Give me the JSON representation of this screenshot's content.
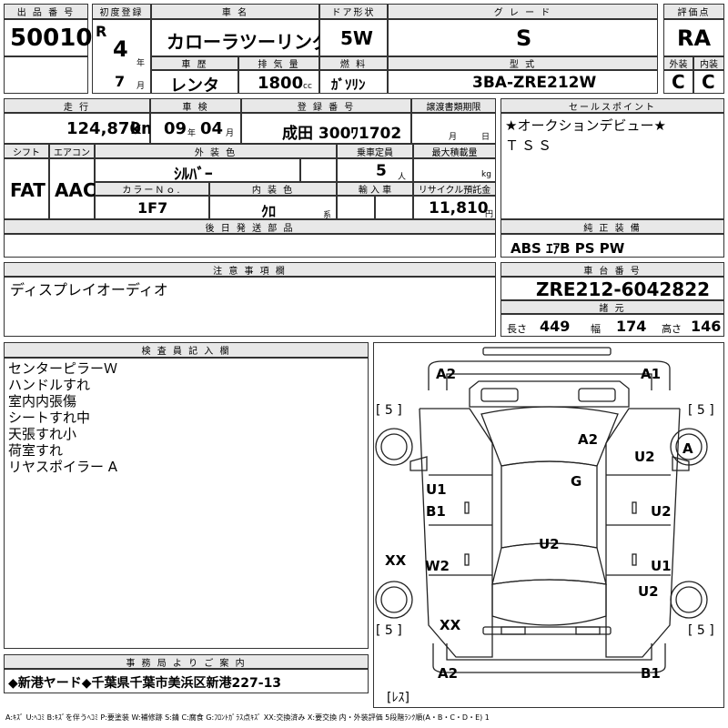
{
  "header": {
    "lot_label": "出 品 番 号",
    "lot": "50010",
    "first_reg_label": "初度登録",
    "era": "R",
    "year": "4",
    "year_unit": "年",
    "month": "7",
    "month_unit": "月",
    "car_name_label": "車 名",
    "car_name": "カローラツーリング",
    "door_label": "ドア形状",
    "door": "5W",
    "grade_label": "グ レ ー ド",
    "grade": "S",
    "score_label": "評価点",
    "score": "RA",
    "history_label": "車 歴",
    "history": "レンタ",
    "disp_label": "排 気 量",
    "disp": "1800",
    "disp_unit": "cc",
    "fuel_label": "燃 料",
    "fuel": "ｶﾞｿﾘﾝ",
    "model_label": "型 式",
    "model": "3BA-ZRE212W",
    "ext_label": "外装",
    "ext": "C",
    "int_label": "内装",
    "int": "C"
  },
  "row2": {
    "mileage_label": "走 行",
    "mileage": "124,870",
    "mileage_unit": "km",
    "inspect_label": "車 検",
    "inspect_y": "09",
    "inspect_y_unit": "年",
    "inspect_m": "04",
    "inspect_m_unit": "月",
    "regno_label": "登 録 番 号",
    "regno": "成田 300ﾜ1702",
    "transfer_label": "譲渡書類期限",
    "transfer_m_unit": "月",
    "transfer_d_unit": "日",
    "selling_label": "セールスポイント",
    "selling": [
      "★オークションデビュー★",
      "ＴＳＳ"
    ]
  },
  "row3": {
    "shift_label": "シフト",
    "shift": "FAT",
    "ac_label": "エアコン",
    "ac": "AAC",
    "color_label": "外 装 色",
    "color": "ｼﾙﾊﾞｰ",
    "capacity_label": "乗車定員",
    "capacity": "5",
    "capacity_unit": "人",
    "load_label": "最大積載量",
    "load_unit": "kg",
    "colorno_label": "カラーＮｏ.",
    "colorno": "1F7",
    "interior_label": "内 装 色",
    "interior": "ｸﾛ",
    "interior_unit": "系",
    "import_label": "輸 入 車",
    "recycle_label": "リサイクル預託金",
    "recycle": "11,810",
    "recycle_unit": "円",
    "later_label": "後 日 発 送 部 品",
    "equip_label": "純 正 装 備",
    "equip": "ABS ｴｱB PS PW"
  },
  "notes": {
    "caution_label": "注 意 事 項 欄",
    "caution": "ディスプレイオーディオ",
    "chassis_label": "車 台 番 号",
    "chassis": "ZRE212-6042822",
    "dims_label": "諸 元",
    "length_label": "長さ",
    "length": "449",
    "width_label": "幅",
    "width": "174",
    "height_label": "高さ",
    "height": "146"
  },
  "inspector": {
    "label": "検 査 員 記 入 欄",
    "lines": [
      "センターピラーＷ",
      "ハンドルすれ",
      "室内内張傷",
      "シートすれ中",
      "天張すれ小",
      "荷室すれ",
      "リヤスポイラー A"
    ]
  },
  "diagram": {
    "marks": [
      "A2",
      "A1",
      "A2",
      "U2",
      "A",
      "G",
      "U1",
      "B1",
      "U2",
      "U2",
      "XX",
      "W2",
      "U1",
      "U2",
      "XX",
      "A2",
      "B1"
    ],
    "tire_marks": [
      "[ 5 ]",
      "[ 5 ]",
      "[ 5 ]",
      "[ 5 ]"
    ],
    "spare": "[ﾚｽ]"
  },
  "office": {
    "label": "事 務 局 よ り ご 案 内",
    "text": "◆新港ヤード◆千葉県千葉市美浜区新港227-13"
  },
  "legend": "A:ｷｽﾞ U:ﾍｺﾐ B:ｷｽﾞを伴うﾍｺﾐ P:要塗装 W:補修跡 S:錆 C:腐食 G:ﾌﾛﾝﾄｶﾞﾗｽ点ｷｽﾞ XX:交換済み X:要交換 内・外装評価 5段階ﾗﾝｸ順(A・B・C・D・E) 1"
}
